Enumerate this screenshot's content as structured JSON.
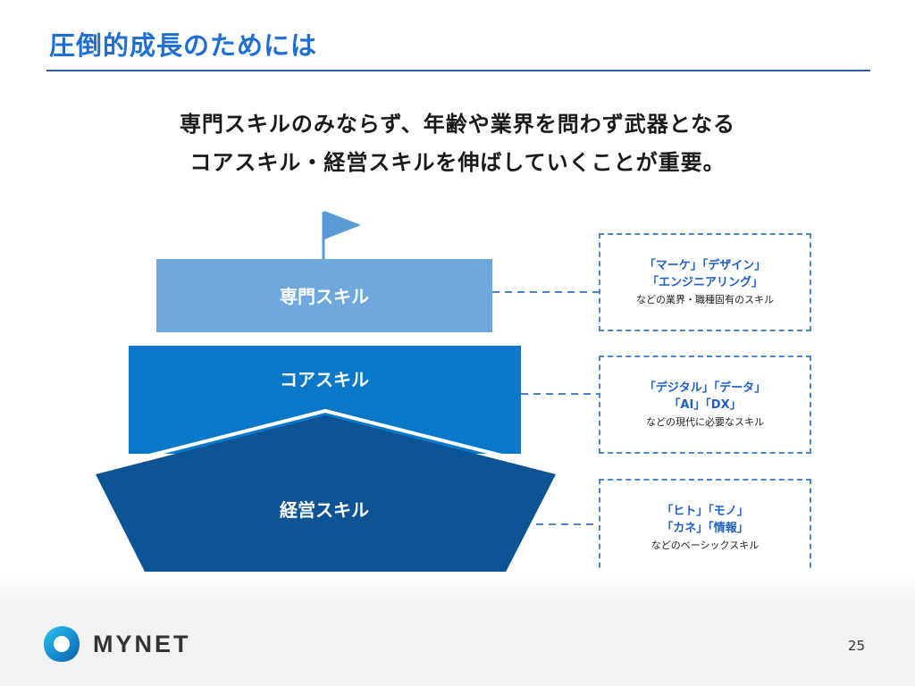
{
  "slide": {
    "title": "圧倒的成長のためには",
    "headline": [
      "専門スキルのみならず、年齢や業界を問わず武器となる",
      "コアスキル・経営スキルを伸ばしていくことが重要。"
    ],
    "page_number": "25"
  },
  "tiers": [
    {
      "label": "専門スキル",
      "color": "#6fa8dc",
      "keywords": [
        "「マーケ」「デザイン」",
        "「エンジニアリング」"
      ],
      "description": "などの業界・職種固有のスキル"
    },
    {
      "label": "コアスキル",
      "color": "#0a78c9",
      "keywords": [
        "「デジタル」「データ」",
        "「AI」「DX」"
      ],
      "description": "などの現代に必要なスキル"
    },
    {
      "label": "経営スキル",
      "color": "#0d5495",
      "keywords": [
        "「ヒト」「モノ」",
        "「カネ」「情報」"
      ],
      "description": "などのベーシックスキル"
    }
  ],
  "colors": {
    "title": "#1f6fd1",
    "rule": "#2f5d9e",
    "keyword": "#1f5fc4",
    "dashed": "#4a86c6",
    "flag": "#5b9bd5"
  },
  "logo": {
    "text": "MYNET",
    "icon": "ring-logo-icon"
  }
}
